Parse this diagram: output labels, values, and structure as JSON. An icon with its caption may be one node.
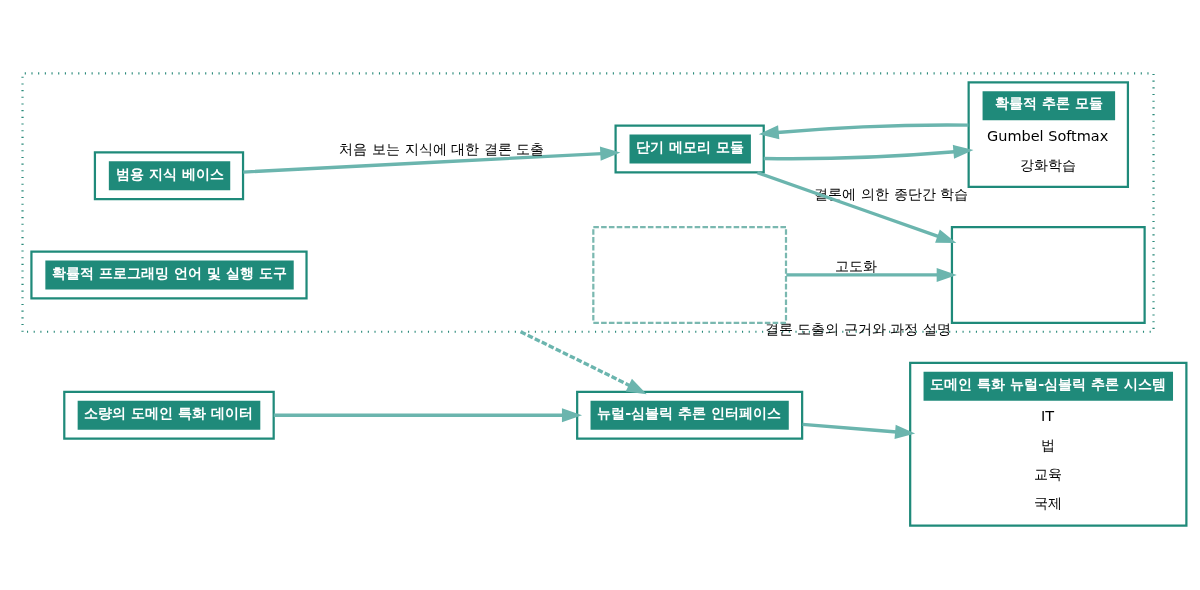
{
  "diagram": {
    "nodes": [
      {
        "text": [],
        "shape": "box"
      },
      {
        "text": [
          "범용 지식 베이스"
        ],
        "in": 0
      },
      {
        "text": [
          "확률적 프로그래밍 언어 및 실행 도구"
        ],
        "in": 0
      },
      {
        "text": [
          "확률적 추론 모듈",
          "Gumbel Softmax",
          "강화학습"
        ],
        "beside": [
          "결론에 의한 종단간 학습"
        ],
        "in": 0
      },
      {
        "text": [
          "단기 메모리 모듈"
        ],
        "in": 0
      },
      {
        "text": [],
        "shape": "box",
        "in": 0
      },
      {
        "text": [],
        "shape": "box",
        "beside": [
          "결론 도출의 근거와 과정 설명"
        ],
        "in": 0
      },
      {
        "text": [
          "소량의 도메인 특화 데이터"
        ]
      },
      {
        "text": [
          "뉴럴-심볼릭 추론 인터페이스"
        ]
      },
      {
        "text": [
          "도메인 특화 뉴럴-심볼릭 추론 시스템",
          "IT",
          "법",
          "교육",
          "국제"
        ]
      }
    ],
    "edges": [
      {
        "from": 1,
        "to": 4,
        "arrow": "to",
        "label": "처음 보는 지식에 대한 결론 도출"
      },
      {
        "from": 3,
        "to": 4,
        "arrow": "to"
      },
      {
        "from": 4,
        "to": 3,
        "arrow": "to"
      },
      {
        "from": 4,
        "to": 6,
        "arrow": "to"
      },
      {
        "from": 5,
        "to": 6,
        "arrow": "to",
        "label": "고도화"
      },
      {
        "from": 0,
        "to": 8,
        "arrow": "to",
        "style": "dashed"
      },
      {
        "from": 7,
        "to": 8,
        "arrow": "to"
      },
      {
        "from": 8,
        "to": 9,
        "arrow": "to"
      }
    ]
  }
}
